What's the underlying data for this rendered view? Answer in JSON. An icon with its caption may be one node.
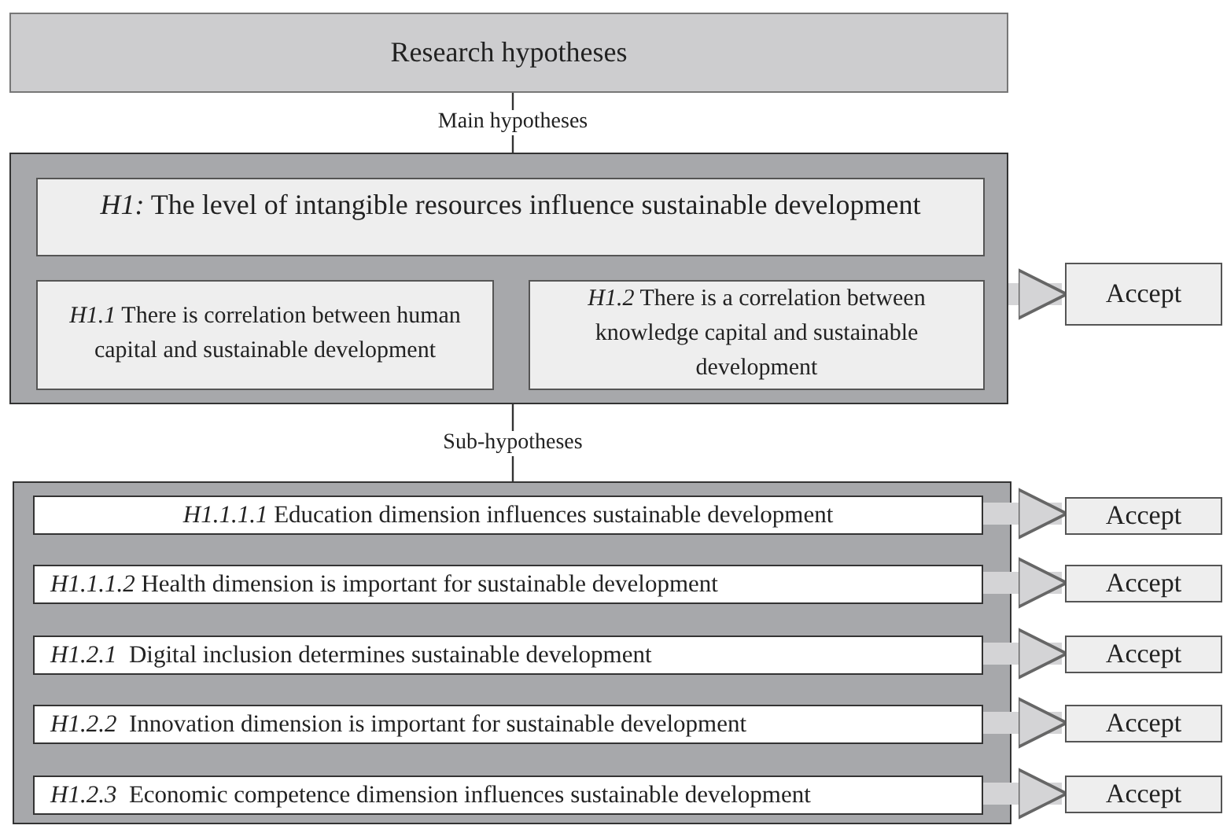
{
  "diagram": {
    "nodes": [
      {
        "text": [
          "Research hypotheses"
        ]
      },
      {
        "text": [],
        "shape": "box"
      },
      {
        "text": [
          "*H1:* The level of intangible resources influence sustainable development"
        ],
        "in": 1
      },
      {
        "text": [
          "*H1.1* There is correlation between human capital and sustainable development"
        ],
        "in": 1
      },
      {
        "text": [
          "*H1.2* There is a correlation between knowledge capital and sustainable development"
        ],
        "in": 1
      },
      {
        "text": [
          "Accept"
        ]
      },
      {
        "text": [],
        "shape": "box"
      },
      {
        "text": [
          "*H1.1.1.1* Education dimension influences sustainable development"
        ],
        "in": 6
      },
      {
        "text": [
          "*H1.1.1.2* Health dimension is important for sustainable development"
        ],
        "in": 6
      },
      {
        "text": [
          "*H1.2.1*  Digital inclusion determines sustainable development"
        ],
        "in": 6
      },
      {
        "text": [
          "*H1.2.2*  Innovation dimension is important for sustainable development"
        ],
        "in": 6
      },
      {
        "text": [
          "*H1.2.3*  Economic competence dimension influences sustainable development"
        ],
        "in": 6
      },
      {
        "text": [
          "Accept"
        ]
      },
      {
        "text": [
          "Accept"
        ]
      },
      {
        "text": [
          "Accept"
        ]
      },
      {
        "text": [
          "Accept"
        ]
      },
      {
        "text": [
          "Accept"
        ]
      }
    ],
    "edges": [
      {
        "from": 0,
        "to": 1,
        "arrow": "none",
        "label": "Main hypotheses",
        "color": "#333333"
      },
      {
        "from": 1,
        "to": 5,
        "arrow": "to"
      },
      {
        "from": 1,
        "to": 6,
        "arrow": "none",
        "label": "Sub-hypotheses",
        "color": "#333333"
      },
      {
        "from": 7,
        "to": 12,
        "arrow": "to"
      },
      {
        "from": 8,
        "to": 13,
        "arrow": "to"
      },
      {
        "from": 9,
        "to": 14,
        "arrow": "to"
      },
      {
        "from": 10,
        "to": 15,
        "arrow": "to"
      },
      {
        "from": 11,
        "to": 16,
        "arrow": "to"
      }
    ]
  }
}
